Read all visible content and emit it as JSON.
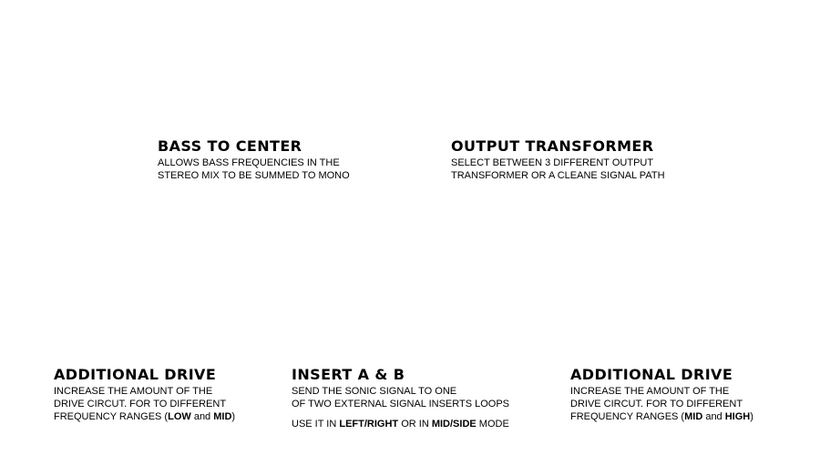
{
  "bass_to_center": {
    "title": "BASS TO CENTER",
    "line1": "ALLOWS BASS FREQUENCIES IN THE",
    "line2": "STEREO MIX TO BE SUMMED TO MONO"
  },
  "output_transformer": {
    "title": "OUTPUT TRANSFORMER",
    "line1": "SELECT BETWEEN 3 DIFFERENT OUTPUT",
    "line2": "TRANSFORMER OR A CLEANE SIGNAL PATH"
  },
  "additional_drive_low_mid": {
    "title": "ADDITIONAL DRIVE",
    "line1": "INCREASE THE AMOUNT OF THE",
    "line2": "DRIVE CIRCUT. FOR TO DIFFERENT",
    "line3_prefix": "FREQUENCY RANGES (",
    "band_a": "LOW",
    "conjunction": " and ",
    "band_b": "MID",
    "line3_suffix": ")"
  },
  "insert_a_b": {
    "title": "INSERT A & B",
    "line1": "SEND THE SONIC SIGNAL TO ONE",
    "line2": "OF TWO EXTERNAL SIGNAL INSERTS LOOPS",
    "mode_prefix": "USE IT IN ",
    "mode_a": "LEFT/RIGHT",
    "mode_middle": " OR IN ",
    "mode_b": "MID/SIDE",
    "mode_suffix": " MODE"
  },
  "additional_drive_mid_high": {
    "title": "ADDITIONAL DRIVE",
    "line1": "INCREASE THE AMOUNT OF THE",
    "line2": "DRIVE CIRCUT. FOR TO DIFFERENT",
    "line3_prefix": "FREQUENCY RANGES (",
    "band_a": "MID",
    "conjunction": " and ",
    "band_b": "HIGH",
    "line3_suffix": ")"
  }
}
